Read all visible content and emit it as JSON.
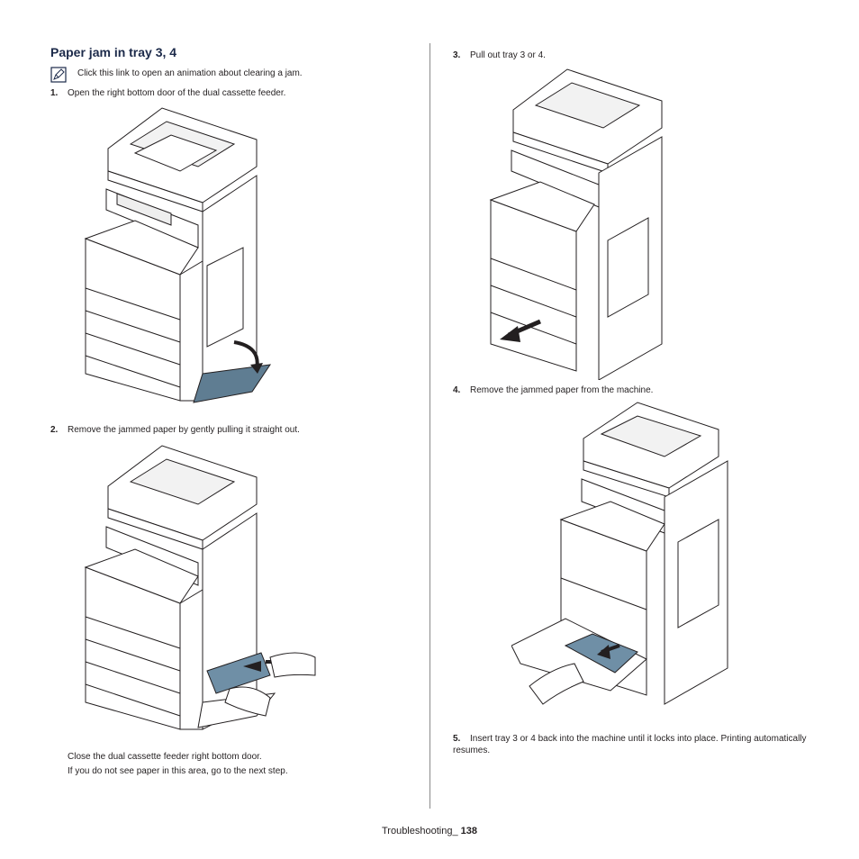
{
  "section": {
    "title": "Paper jam in tray 3, 4",
    "note": "Click this link to open an animation about clearing a jam."
  },
  "steps": [
    {
      "num": "1.",
      "text": "Open the right bottom door of the dual cassette feeder."
    },
    {
      "num": "2.",
      "text": "Remove the jammed paper by gently pulling it straight out."
    },
    {
      "num": "3.",
      "text": "Pull out tray 3 or 4."
    },
    {
      "num": "4.",
      "text": "Remove the jammed paper from the machine."
    },
    {
      "num": "5.",
      "text": "Insert tray 3 or 4 back into the machine until it locks into place. Printing automatically resumes."
    }
  ],
  "step2_followup": {
    "line1": "Close the dual cassette feeder right bottom door.",
    "line2": "If you do not see paper in this area, go to the next step."
  },
  "footer": {
    "chapter": "Troubleshooting_",
    "page": "138"
  },
  "icons": {
    "note": "note-pencil-icon"
  },
  "colors": {
    "heading": "#1c2a4a",
    "paper": "#6f8fa6",
    "door": "#5f7d92"
  }
}
